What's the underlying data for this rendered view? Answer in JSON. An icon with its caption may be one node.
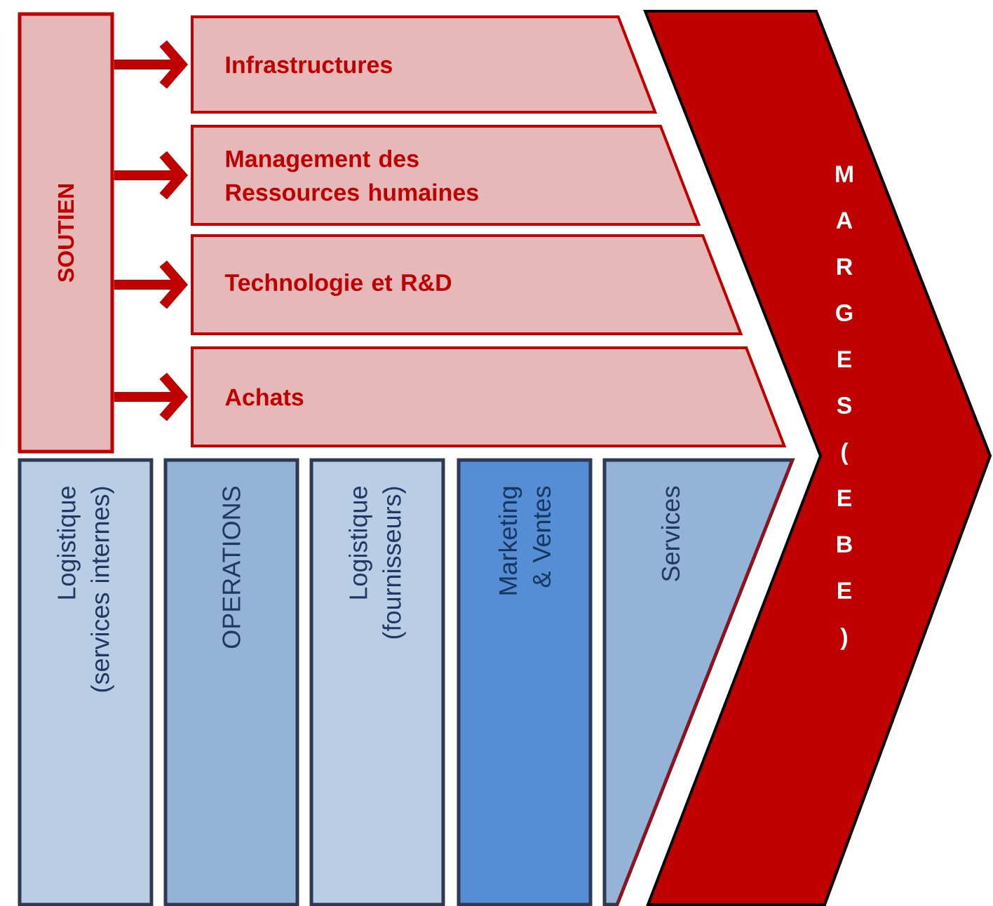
{
  "diagram": {
    "nodes": [
      {
        "text": [
          "SOUTIEN"
        ]
      },
      {
        "text": [
          "Infrastructures"
        ]
      },
      {
        "text": [
          "Management des Ressources humaines"
        ]
      },
      {
        "text": [
          "Technologie et R&D"
        ]
      },
      {
        "text": [
          "Achats"
        ]
      },
      {
        "text": [
          "Logistique (services internes)"
        ]
      },
      {
        "text": [
          "OPERATIONS"
        ]
      },
      {
        "text": [
          "Logistique (fournisseurs)"
        ]
      },
      {
        "text": [
          "Marketing & Ventes"
        ]
      },
      {
        "text": [
          "Services"
        ]
      },
      {
        "text": [
          "MARGES (EBE)"
        ]
      }
    ],
    "edges": [
      {
        "from": 0,
        "to": 1,
        "arrow": "to"
      },
      {
        "from": 0,
        "to": 2,
        "arrow": "to"
      },
      {
        "from": 0,
        "to": 3,
        "arrow": "to"
      },
      {
        "from": 0,
        "to": 4,
        "arrow": "to"
      }
    ]
  }
}
